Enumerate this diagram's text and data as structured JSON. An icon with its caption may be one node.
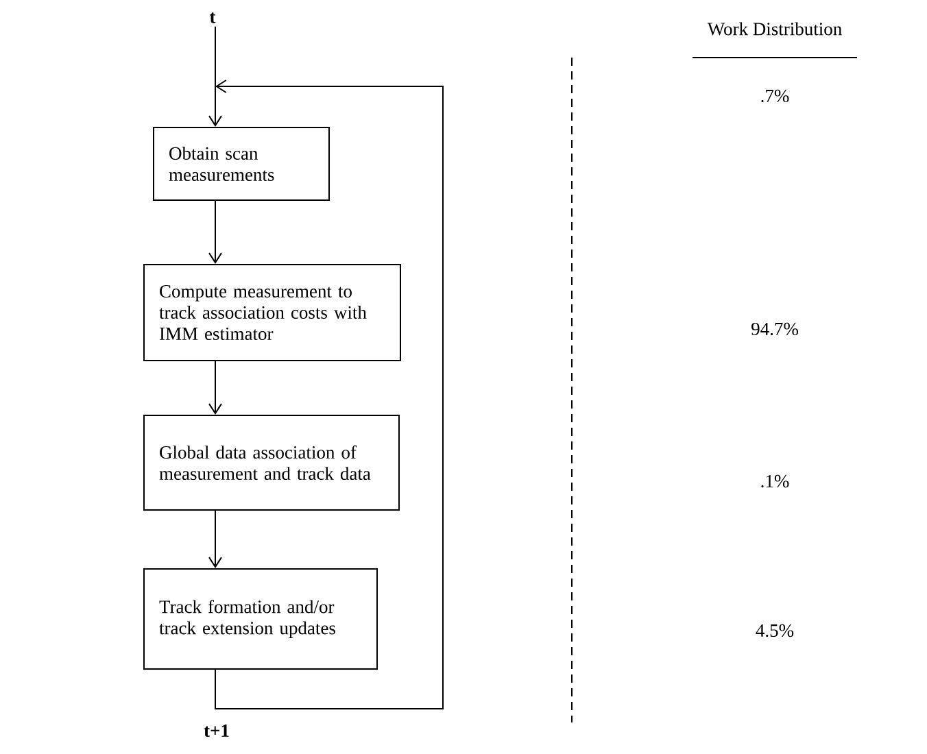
{
  "diagram": {
    "nodes": [
      {
        "text": [
          "t"
        ]
      },
      {
        "text": [
          "Obtain scan measurements"
        ]
      },
      {
        "text": [
          "Compute measurement to track association costs with IMM estimator"
        ]
      },
      {
        "text": [
          "Global data association of measurement and track data"
        ]
      },
      {
        "text": [
          "Track formation and/or track extension updates"
        ]
      }
    ],
    "edges": [
      {
        "from": 0,
        "to": 1,
        "arrow": "to"
      },
      {
        "from": 1,
        "to": 2,
        "arrow": "to"
      },
      {
        "from": 2,
        "to": 3,
        "arrow": "to"
      },
      {
        "from": 3,
        "to": 4,
        "arrow": "to"
      },
      {
        "from": 4,
        "to": 1,
        "arrow": "to"
      }
    ],
    "labels": [
      "t+1",
      "Work Distribution",
      ".7%",
      "94.7%",
      ".1%",
      "4.5%"
    ]
  }
}
